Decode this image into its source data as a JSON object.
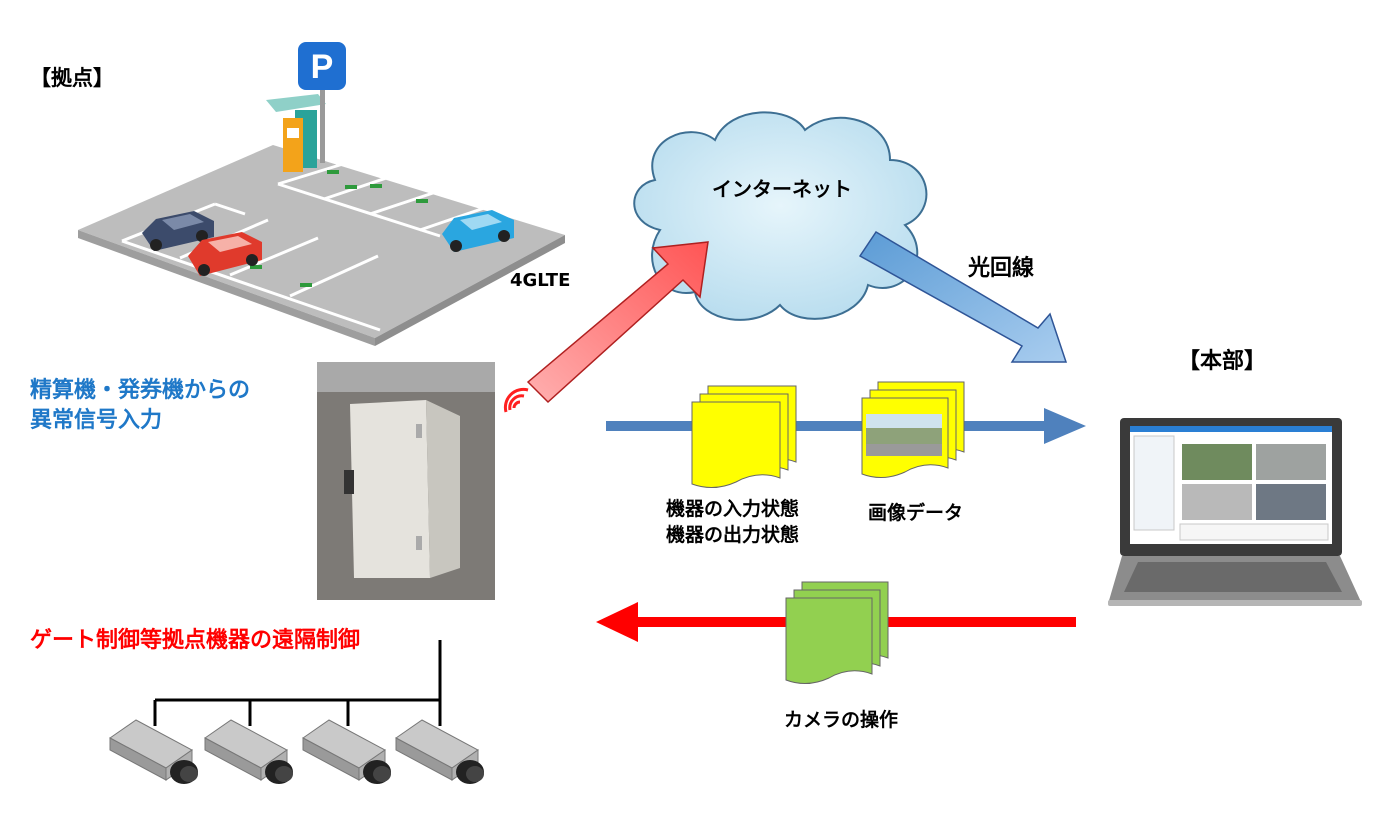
{
  "labels": {
    "base": "【拠点】",
    "lte": "4GLTE",
    "fiber": "光回線",
    "hq": "【本部】",
    "internet": "インターネット",
    "input_line1": "精算機・発券機からの",
    "input_line2": "異常信号入力",
    "remote_control": "ゲート制御等拠点機器の遠隔制御",
    "state_line1": "機器の入力状態",
    "state_line2": "機器の出力状態",
    "image_data": "画像データ",
    "camera_op": "カメラの操作",
    "parking_sign": "P"
  },
  "colors": {
    "blue_text": "#1f78c8",
    "red_text": "#ff0000",
    "blue_arrow": "#4f81bd",
    "red_arrow": "#ff0000",
    "yellow_doc": "#ffff00",
    "green_doc": "#92d050",
    "cloud_fill": "#c6e6f2",
    "cloud_stroke": "#3d6f93"
  }
}
